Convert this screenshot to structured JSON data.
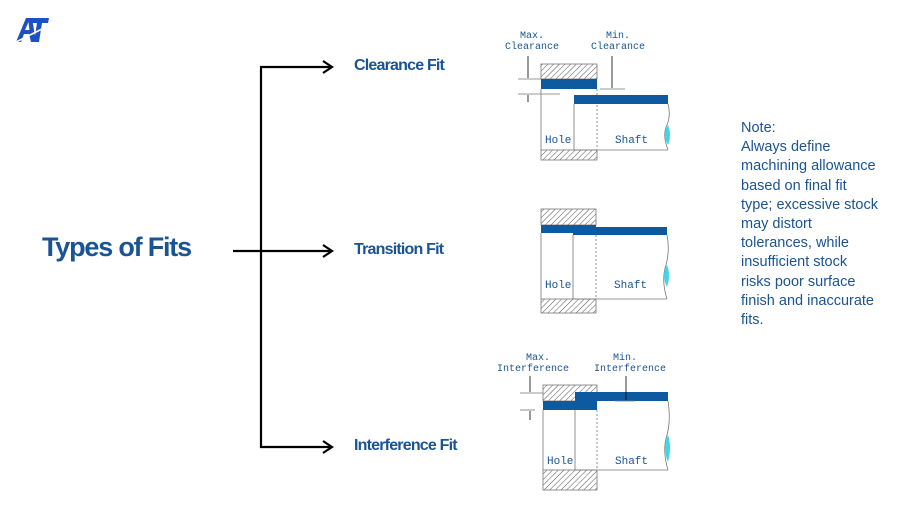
{
  "logo": {
    "text": "AT",
    "icon": "company-logo-icon",
    "color": "#1f4fc7"
  },
  "title": "Types of Fits",
  "fits": [
    {
      "label": "Clearance Fit",
      "diagram": {
        "left_label_top": "Max.",
        "left_label_bottom": "Clearance",
        "right_label_top": "Min.",
        "right_label_bottom": "Clearance",
        "hole": "Hole",
        "shaft": "Shaft"
      }
    },
    {
      "label": "Transition Fit",
      "diagram": {
        "hole": "Hole",
        "shaft": "Shaft"
      }
    },
    {
      "label": "Interference Fit",
      "diagram": {
        "left_label_top": "Max.",
        "left_label_bottom": "Interference",
        "right_label_top": "Min.",
        "right_label_bottom": "Interference",
        "hole": "Hole",
        "shaft": "Shaft"
      }
    }
  ],
  "note": {
    "heading": "Note:",
    "lines": [
      "Always define",
      "machining allowance",
      "based on final fit",
      "type; excessive stock",
      "may distort",
      "tolerances, while",
      "insufficient stock",
      "risks poor surface",
      "finish and inaccurate",
      "fits."
    ]
  },
  "colors": {
    "primary": "#1a5493",
    "band": "#0d5aa0",
    "break": "#3fd6e6"
  }
}
